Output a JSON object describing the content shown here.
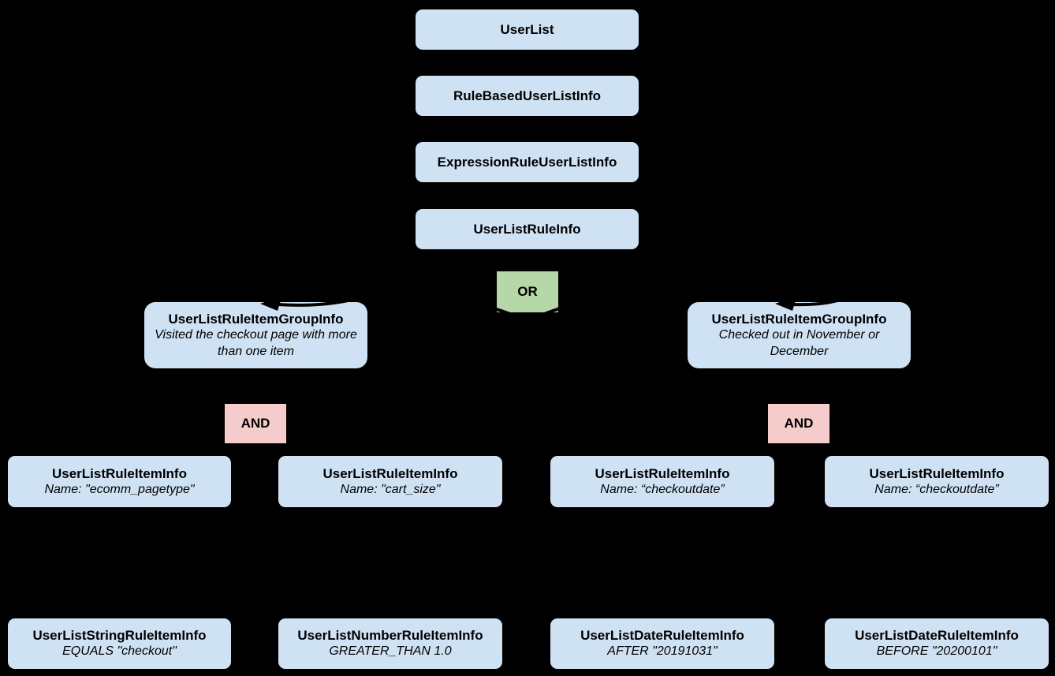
{
  "diagram": {
    "colors": {
      "background": "#000000",
      "class-box": "#cfe2f3",
      "or-box": "#b6d7a8",
      "and-box": "#f4cccc",
      "text": "#000000"
    },
    "nodes": {
      "userlist": {
        "label": "UserList"
      },
      "rule_based_user_list_info": {
        "label": "RuleBasedUserListInfo"
      },
      "expression_rule_user_list_info": {
        "label": "ExpressionRuleUserListInfo"
      },
      "user_list_rule_info": {
        "label": "UserListRuleInfo"
      },
      "or_operator": {
        "label": "OR"
      },
      "group_left": {
        "label": "UserListRuleItemGroupInfo",
        "description": "Visited the checkout page with more than one item"
      },
      "group_right": {
        "label": "UserListRuleItemGroupInfo",
        "description": "Checked out in November or December"
      },
      "and_left": {
        "label": "AND"
      },
      "and_right": {
        "label": "AND"
      },
      "item_ecomm_pagetype": {
        "label": "UserListRuleItemInfo",
        "description": "Name: \"ecomm_pagetype\""
      },
      "item_cart_size": {
        "label": "UserListRuleItemInfo",
        "description": "Name: \"cart_size\""
      },
      "item_checkoutdate_1": {
        "label": "UserListRuleItemInfo",
        "description": "Name: “checkoutdate”"
      },
      "item_checkoutdate_2": {
        "label": "UserListRuleItemInfo",
        "description": "Name: “checkoutdate”"
      },
      "leaf_string": {
        "label": "UserListStringRuleItemInfo",
        "description": "EQUALS \"checkout\""
      },
      "leaf_number": {
        "label": "UserListNumberRuleItemInfo",
        "description": "GREATER_THAN 1.0"
      },
      "leaf_date_after": {
        "label": "UserListDateRuleItemInfo",
        "description": "AFTER \"20191031\""
      },
      "leaf_date_before": {
        "label": "UserListDateRuleItemInfo",
        "description": "BEFORE \"20200101\""
      }
    },
    "edges": [
      {
        "from": "userlist",
        "to": "rule_based_user_list_info"
      },
      {
        "from": "rule_based_user_list_info",
        "to": "expression_rule_user_list_info"
      },
      {
        "from": "expression_rule_user_list_info",
        "to": "user_list_rule_info"
      },
      {
        "from": "user_list_rule_info",
        "to": "or_operator"
      },
      {
        "from": "or_operator",
        "to": "group_left"
      },
      {
        "from": "or_operator",
        "to": "group_right"
      },
      {
        "from": "group_left",
        "to": "and_left"
      },
      {
        "from": "group_right",
        "to": "and_right"
      },
      {
        "from": "and_left",
        "to": "item_ecomm_pagetype"
      },
      {
        "from": "and_left",
        "to": "item_cart_size"
      },
      {
        "from": "and_right",
        "to": "item_checkoutdate_1"
      },
      {
        "from": "and_right",
        "to": "item_checkoutdate_2"
      },
      {
        "from": "item_ecomm_pagetype",
        "to": "leaf_string"
      },
      {
        "from": "item_cart_size",
        "to": "leaf_number"
      },
      {
        "from": "item_checkoutdate_1",
        "to": "leaf_date_after"
      },
      {
        "from": "item_checkoutdate_2",
        "to": "leaf_date_before"
      }
    ]
  }
}
